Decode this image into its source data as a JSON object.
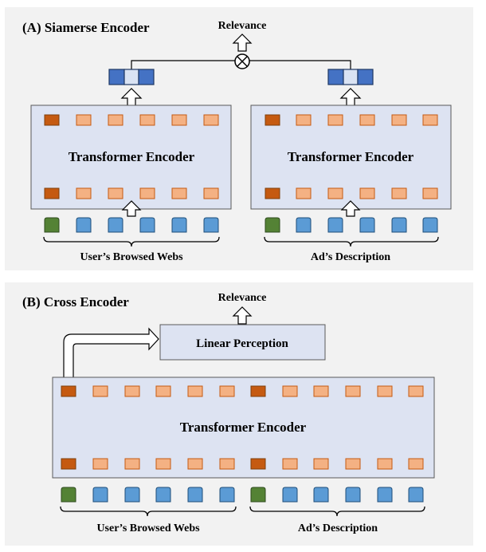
{
  "panel_a": {
    "title": "(A) Siamerse Encoder",
    "relevance_label": "Relevance",
    "left_encoder_label": "Transformer Encoder",
    "right_encoder_label": "Transformer Encoder",
    "left_input_caption": "User’s Browsed Webs",
    "right_input_caption": "Ad’s Description",
    "similarity_operator": "⊗"
  },
  "panel_b": {
    "title": "(B) Cross Encoder",
    "relevance_label": "Relevance",
    "linear_label": "Linear Perception",
    "encoder_label": "Transformer Encoder",
    "left_input_caption": "User’s Browsed Webs",
    "right_input_caption": "Ad’s Description"
  },
  "colors": {
    "panel_bg": "#f2f2f2",
    "encoder_fill": "#dde3f2",
    "token_cls": "#c55a11",
    "token": "#f4b183",
    "input_cls": "#548235",
    "input": "#5b9bd5",
    "vector_dark": "#4472c4",
    "vector_light": "#dae3f3"
  }
}
